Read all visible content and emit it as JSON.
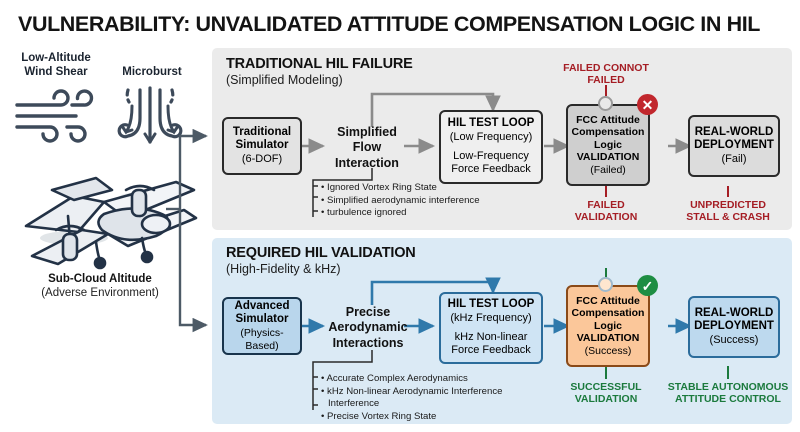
{
  "title": "VULNERABILITY: UNVALIDATED ATTITUDE COMPENSATION LOGIC IN HIL",
  "environment": {
    "wind_shear_label_line1": "Low-Altitude",
    "wind_shear_label_line2": "Wind Shear",
    "microburst_label": "Microburst",
    "altitude_caption_line1": "Sub-Cloud Altitude",
    "altitude_caption_line2": "(Adverse Environment)",
    "wind_icon_name": "wind-shear-icon",
    "microburst_icon_name": "microburst-downdraft-icon",
    "aircraft_icon_name": "evtol-aircraft-icon"
  },
  "panels": [
    {
      "id": "traditional",
      "title": "TRADITIONAL HIL FAILURE",
      "subtitle": "(Simplified Modeling)",
      "bg_color": "#ebebeb",
      "stages": [
        {
          "id": "sim",
          "line1": "Traditional",
          "line2": "Simulator",
          "line3": "(6-DOF)"
        },
        {
          "id": "flow",
          "line1": "Simplified",
          "line2": "Flow",
          "line3": "Interaction"
        },
        {
          "id": "loop",
          "line1": "HIL TEST LOOP",
          "line2": "(Low Frequency)",
          "line3": "Low-Frequency",
          "line4": "Force Feedback"
        },
        {
          "id": "val",
          "line1": "FCC Attitude",
          "line2": "Compensation",
          "line3": "Logic",
          "line4": "VALIDATION",
          "line5": "(Failed)"
        },
        {
          "id": "dep",
          "line1": "REAL-WORLD",
          "line2": "DEPLOYMENT",
          "line3": "(Fail)"
        }
      ],
      "bullets": [
        "Ignored Vortex Ring State",
        "Simplified aerodynamic interference",
        "turbulence ignored"
      ],
      "knob_label_line1": "FAILED CONNOT",
      "knob_label_line2": "FAILED",
      "badge": "fail-x-badge",
      "badge_glyph": "✕",
      "badge_color": "#c1272d",
      "caption_validation_line1": "FAILED",
      "caption_validation_line2": "VALIDATION",
      "caption_deploy_line1": "UNPREDICTED",
      "caption_deploy_line2": "STALL & CRASH",
      "caption_color": "#a51d24"
    },
    {
      "id": "required",
      "title": "REQUIRED HIL VALIDATION",
      "subtitle": "(High-Fidelity & kHz)",
      "bg_color": "#dbeaf5",
      "stages": [
        {
          "id": "sim",
          "line1": "Advanced",
          "line2": "Simulator",
          "line3": "(Physics-Based)"
        },
        {
          "id": "flow",
          "line1": "Precise",
          "line2": "Aerodynamic",
          "line3": "Interactions"
        },
        {
          "id": "loop",
          "line1": "HIL TEST LOOP",
          "line2": "(kHz Frequency)",
          "line3": "kHz Non-linear",
          "line4": "Force Feedback"
        },
        {
          "id": "val",
          "line1": "FCC Attitude",
          "line2": "Compensation",
          "line3": "Logic",
          "line4": "VALIDATION",
          "line5": "(Success)"
        },
        {
          "id": "dep",
          "line1": "REAL-WORLD",
          "line2": "DEPLOYMENT",
          "line3": "(Success)"
        }
      ],
      "bullets": [
        "Accurate Complex Aerodynamics",
        "kHz Non-linear Aerodynamic Interference",
        "Interference",
        "Precise Vortex Ring State"
      ],
      "badge": "success-check-badge",
      "badge_glyph": "✓",
      "badge_color": "#1e8e43",
      "caption_validation_line1": "SUCCESSFUL",
      "caption_validation_line2": "VALIDATION",
      "caption_deploy_line1": "STABLE AUTONOMOUS",
      "caption_deploy_line2": "ATTITUDE CONTROL",
      "caption_color": "#1b7a3d"
    }
  ],
  "colors": {
    "title_text": "#141414",
    "top_panel_bg": "#ebebeb",
    "bottom_panel_bg": "#dbeaf5",
    "fail_red": "#a51d24",
    "success_green": "#1b7a3d",
    "arrow_gray": "#8b8b8b",
    "arrow_blue": "#2f79ab",
    "validation_orange": "#fbc79a"
  }
}
